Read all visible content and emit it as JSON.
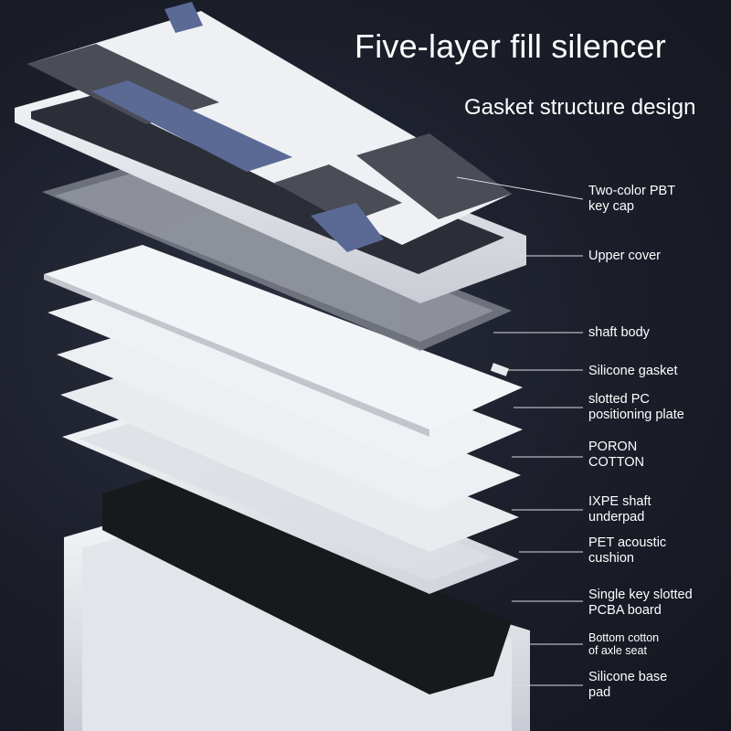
{
  "title": "Five-layer fill silencer",
  "subtitle": "Gasket structure design",
  "colors": {
    "background": "#1b1e29",
    "keycap_white": "#eef0f4",
    "keycap_dark": "#4a4d55",
    "keycap_blue": "#5a6a95",
    "plate": "#e8eaee",
    "leader_line": "#d8dbe2"
  },
  "labels": [
    {
      "id": "keycap",
      "text": "Two-color PBT\nkey cap"
    },
    {
      "id": "upper-cover",
      "text": "Upper cover"
    },
    {
      "id": "shaft-body",
      "text": "shaft body"
    },
    {
      "id": "silicone-gasket",
      "text": "Silicone gasket"
    },
    {
      "id": "pc-plate",
      "text": "slotted PC\npositioning plate"
    },
    {
      "id": "poron",
      "text": "PORON\nCOTTON"
    },
    {
      "id": "ixpe",
      "text": "IXPE shaft\nunderpad"
    },
    {
      "id": "pet",
      "text": "PET acoustic\ncushion"
    },
    {
      "id": "pcba",
      "text": "Single key slotted\nPCBA board"
    },
    {
      "id": "bottom-cotton",
      "text": "Bottom cotton\nof axle seat"
    },
    {
      "id": "base-pad",
      "text": "Silicone base\npad"
    }
  ]
}
